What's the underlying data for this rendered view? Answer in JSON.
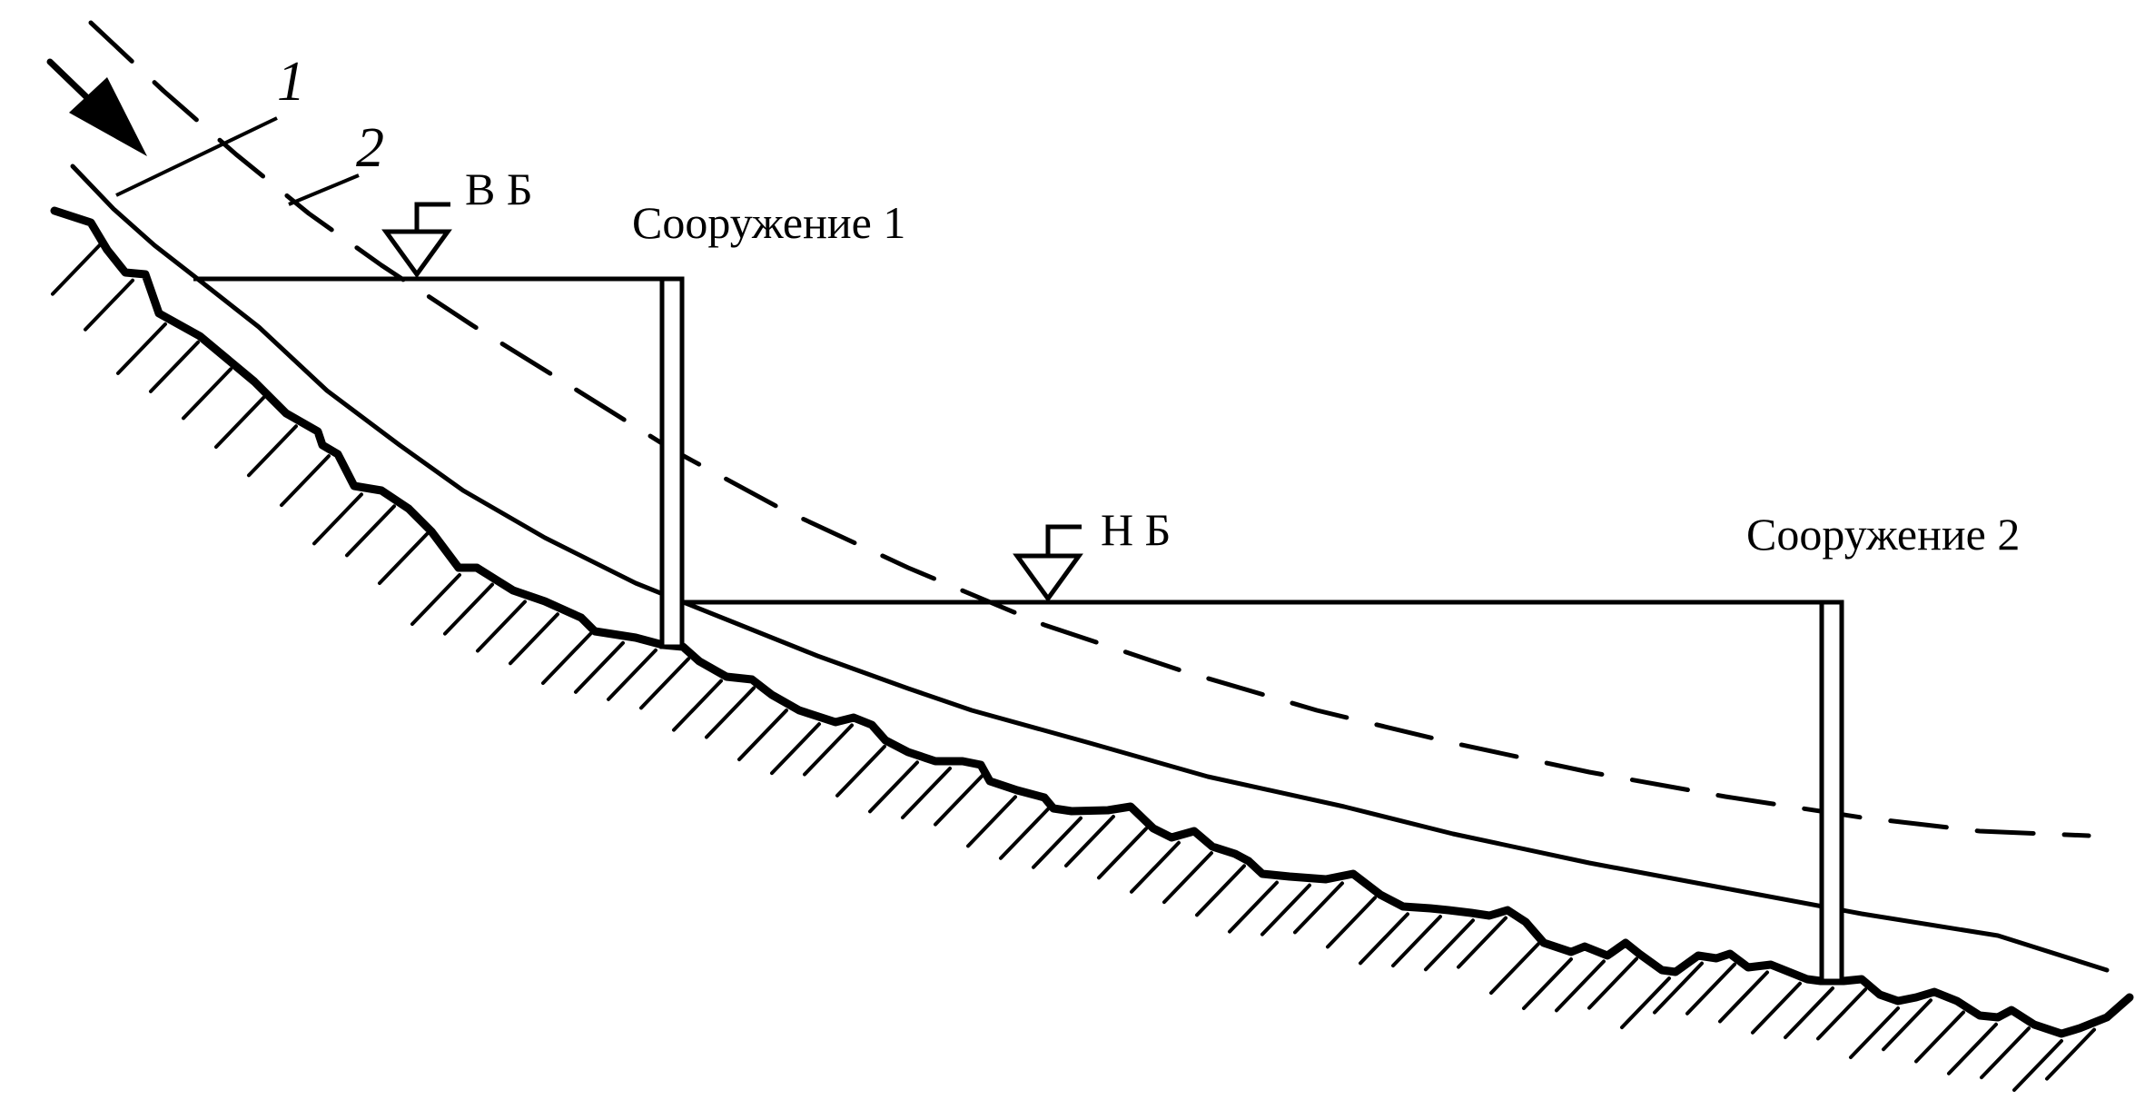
{
  "labels": {
    "line1_number": "1",
    "line2_number": "2",
    "upper_pool": "В Б",
    "lower_pool": "Н Б",
    "structure_1": "Сооружение 1",
    "structure_2": "Сооружение 2"
  },
  "colors": {
    "ink": "#000000",
    "background": "#ffffff"
  }
}
